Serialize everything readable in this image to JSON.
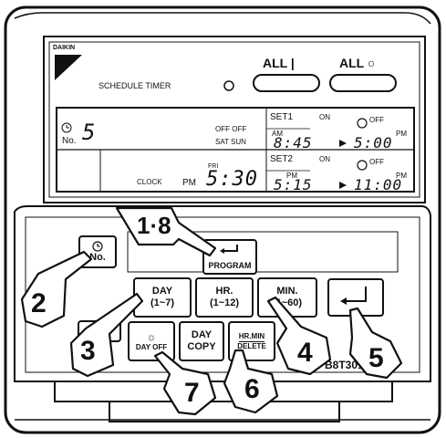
{
  "header": {
    "brand_mark": "DAIKIN",
    "title": "SCHEDULE TIMER",
    "all_on_label": "ALL |",
    "all_off_label": "ALL ○"
  },
  "display": {
    "no_label": "No.",
    "no_value": "5",
    "off_label_1": "OFF OFF",
    "sat_sun": "SAT SUN",
    "set1_label": "SET1",
    "set1_on": "ON",
    "set1_off": "OFF",
    "set1_am": "AM",
    "set1_pm": "PM",
    "set1_on_time": "8:45",
    "set1_off_time": "5:00",
    "clock_label": "CLOCK",
    "clock_pm": "PM",
    "clock_fri": "FRI",
    "clock_time": "5:30",
    "set2_label": "SET2",
    "set2_on": "ON",
    "set2_off": "OFF",
    "set2_pm_on": "PM",
    "set2_pm_off": "PM",
    "set2_on_time": "5:15",
    "set2_off_time": "11:00"
  },
  "buttons": {
    "no": "No.",
    "program": "PROGRAM",
    "day": "DAY",
    "day_range": "(1~7)",
    "hr": "HR.",
    "hr_range": "(1~12)",
    "min": "MIN.",
    "min_range": "(1~60)",
    "day_off": "DAY OFF",
    "day_copy": "DAY",
    "day_copy_2": "COPY",
    "hr_min": "HR.MIN",
    "delete": "DELETE"
  },
  "callouts": {
    "c18": "1·8",
    "c2": "2",
    "c3": "3",
    "c4": "4",
    "c5": "5",
    "c6": "6",
    "c7": "7"
  },
  "model_code": "B8T301B61"
}
